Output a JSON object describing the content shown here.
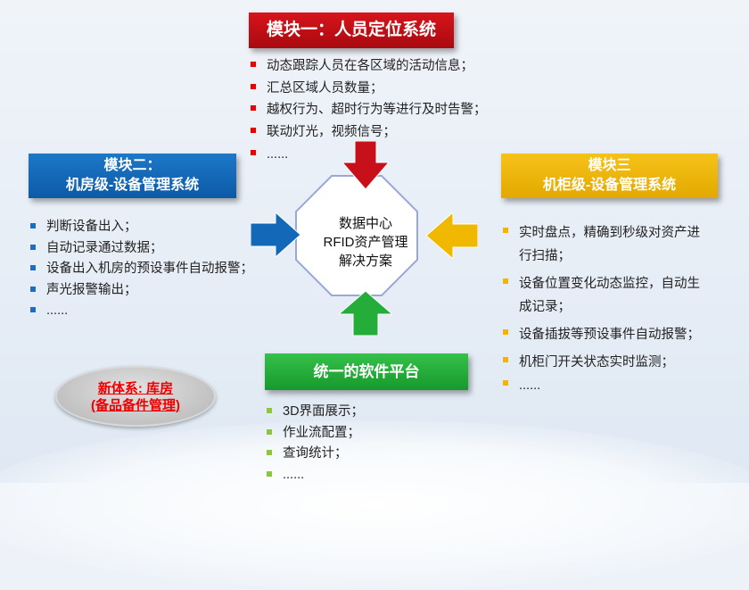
{
  "center": {
    "lines": [
      "数据中心",
      "RFID资产管理",
      "解决方案"
    ]
  },
  "module1": {
    "title": "模块一：人员定位系统",
    "items": [
      "动态跟踪人员在各区域的活动信息；",
      "汇总区域人员数量；",
      "越权行为、超时行为等进行及时告警；",
      "联动灯光，视频信号；",
      "......"
    ]
  },
  "module2": {
    "title_line1": "模块二：",
    "title_line2": "机房级-设备管理系统",
    "items": [
      "判断设备出入；",
      "自动记录通过数据；",
      "设备出入机房的预设事件自动报警；",
      "声光报警输出；",
      "......"
    ]
  },
  "module3": {
    "title_line1": "模块三",
    "title_line2": "机柜级-设备管理系统",
    "items": [
      "实时盘点，精确到秒级对资产进行扫描；",
      "设备位置变化动态监控，自动生成记录；",
      "设备插拔等预设事件自动报警；",
      "机柜门开关状态实时监测；",
      "......"
    ]
  },
  "platform": {
    "title": "统一的软件平台",
    "items": [
      "3D界面展示；",
      "作业流配置；",
      "查询统计；",
      "......"
    ]
  },
  "new_system": {
    "line1": "新体系: 库房",
    "line2": "(备品备件管理)"
  },
  "colors": {
    "red": "#c8101a",
    "blue": "#1468b8",
    "yellow": "#f0b800",
    "green": "#25ad3a"
  }
}
